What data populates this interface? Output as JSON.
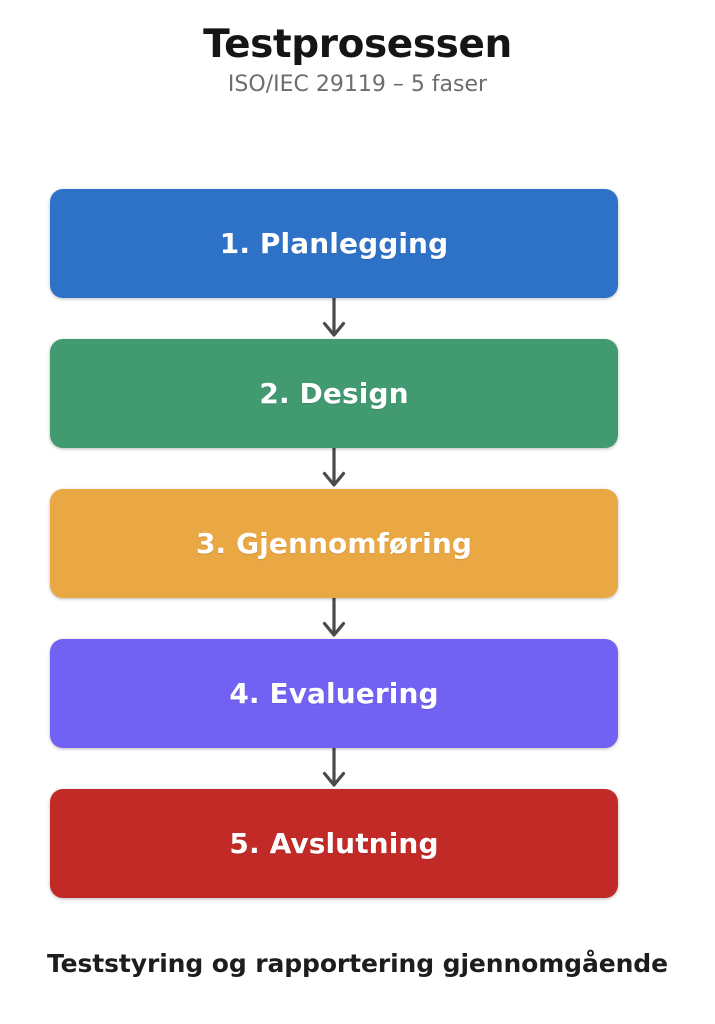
{
  "header": {
    "title": "Testprosessen",
    "subtitle": "ISO/IEC 29119 – 5 faser"
  },
  "chart_data": {
    "type": "diagram",
    "diagram_style": "vertical-flowchart",
    "title": "Testprosessen",
    "subtitle": "ISO/IEC 29119 – 5 faser",
    "node_count": 5,
    "connector": "down-arrow",
    "nodes": [
      {
        "order": "1",
        "label": "1. Planlegging",
        "color": "#2e72c8",
        "text_color": "#ffffff"
      },
      {
        "order": "2",
        "label": "2. Design",
        "color": "#429a71",
        "text_color": "#ffffff"
      },
      {
        "order": "3",
        "label": "3. Gjennomføring",
        "color": "#eaa844",
        "text_color": "#ffffff"
      },
      {
        "order": "4",
        "label": "4. Evaluering",
        "color": "#7262f4",
        "text_color": "#ffffff"
      },
      {
        "order": "5",
        "label": "5. Avslutning",
        "color": "#c22a28",
        "text_color": "#ffffff"
      }
    ],
    "footnote": "Teststyring og rapportering gjennomgående",
    "background": "#ffffff",
    "arrow_color": "#4a4a4a"
  },
  "footer": {
    "note": "Teststyring og rapportering gjennomgående"
  }
}
